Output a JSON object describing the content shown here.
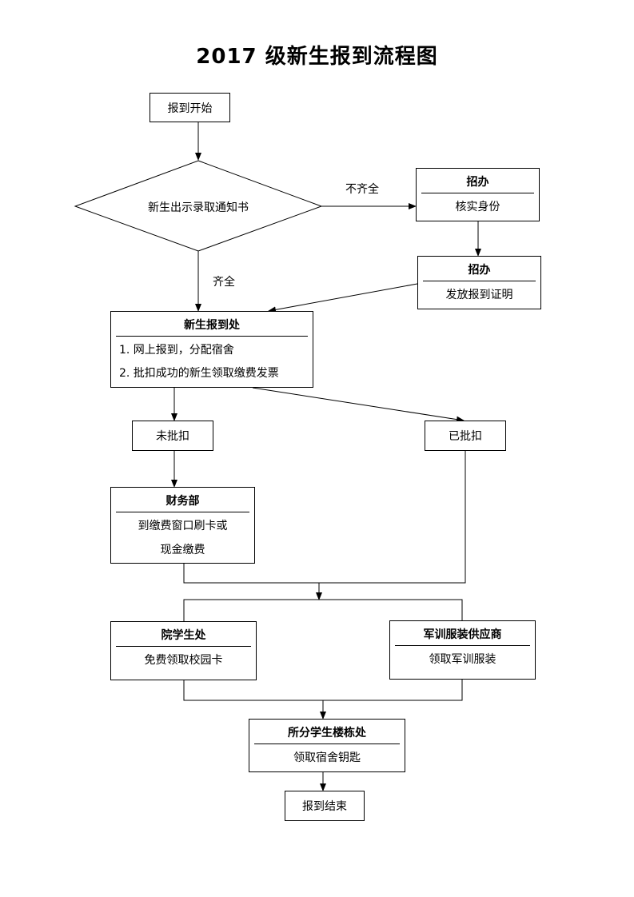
{
  "title": "2017 级新生报到流程图",
  "nodes": {
    "start": "报到开始",
    "check": "新生出示录取通知书",
    "verify": {
      "head": "招办",
      "body": "核实身份"
    },
    "certificate": {
      "head": "招办",
      "body": "发放报到证明"
    },
    "registration": {
      "head": "新生报到处",
      "items": [
        "1.  网上报到，分配宿舍",
        "2.  批扣成功的新生领取缴费发票"
      ]
    },
    "not_deducted": "未批扣",
    "deducted": "已批扣",
    "finance": {
      "head": "财务部",
      "lines": [
        "到缴费窗口刷卡或",
        "现金缴费"
      ]
    },
    "college": {
      "head": "院学生处",
      "body": "免费领取校园卡"
    },
    "supplier": {
      "head": "军训服装供应商",
      "body": "领取军训服装"
    },
    "dorm": {
      "head": "所分学生楼栋处",
      "body": "领取宿舍钥匙"
    },
    "end": "报到结束"
  },
  "edge_labels": {
    "incomplete": "不齐全",
    "complete": "齐全"
  }
}
